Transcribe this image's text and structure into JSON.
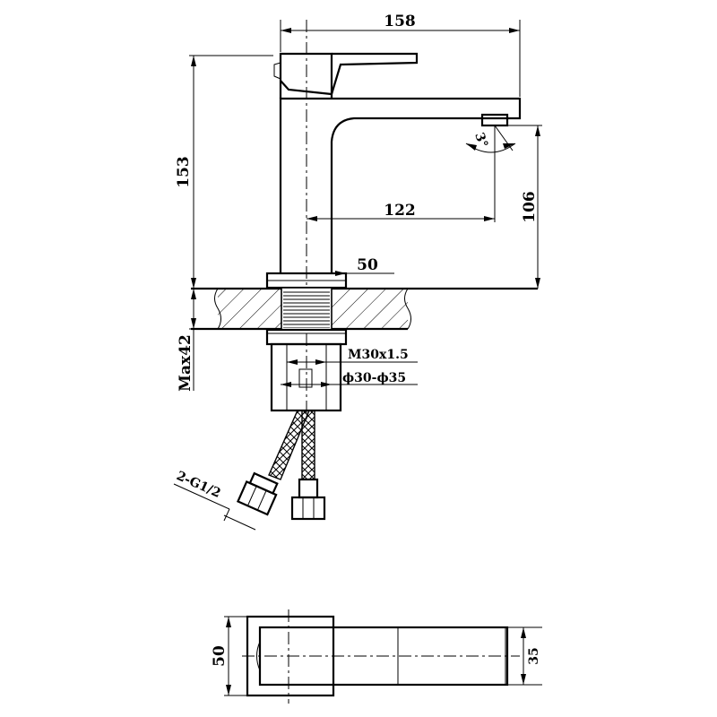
{
  "dimensions": {
    "overall_length": "158",
    "overall_height": "153",
    "spout_height": "106",
    "spout_reach": "122",
    "base_diameter": "50",
    "max_deck_thickness": "Max42",
    "thread": "M30x1.5",
    "hole_diameter": "ϕ30-ϕ35",
    "hoses": "2-G1/2",
    "angle": "3°",
    "plan_width": "50",
    "plan_spout_width": "35"
  }
}
